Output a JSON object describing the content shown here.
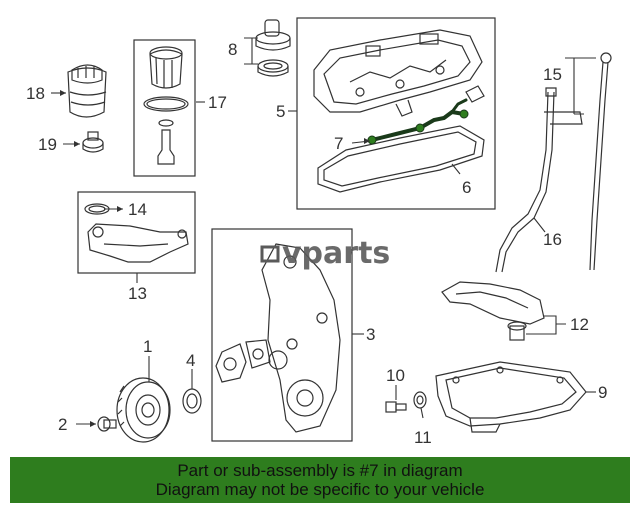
{
  "callouts": {
    "n1": "1",
    "n2": "2",
    "n3": "3",
    "n4": "4",
    "n5": "5",
    "n6": "6",
    "n7": "7",
    "n8": "8",
    "n9": "9",
    "n10": "10",
    "n11": "11",
    "n12": "12",
    "n13": "13",
    "n14": "14",
    "n15": "15",
    "n16": "16",
    "n17": "17",
    "n18": "18",
    "n19": "19"
  },
  "watermark": "vparts",
  "banner": {
    "line1": "Part or sub-assembly is #7 in diagram",
    "line2": "Diagram may not be specific to your vehicle"
  },
  "colors": {
    "banner_bg": "#2e7d1e",
    "line": "#333333",
    "highlight": "#1a3a1a"
  }
}
